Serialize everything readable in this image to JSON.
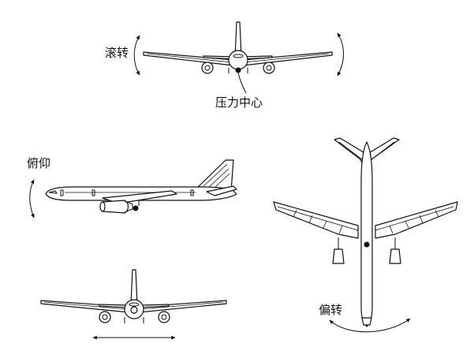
{
  "labels": {
    "roll": "滚转",
    "center_of_pressure": "压力中心",
    "pitch": "俯仰",
    "yaw": "偏转"
  },
  "colors": {
    "line": "#111111",
    "background": "#ffffff"
  }
}
